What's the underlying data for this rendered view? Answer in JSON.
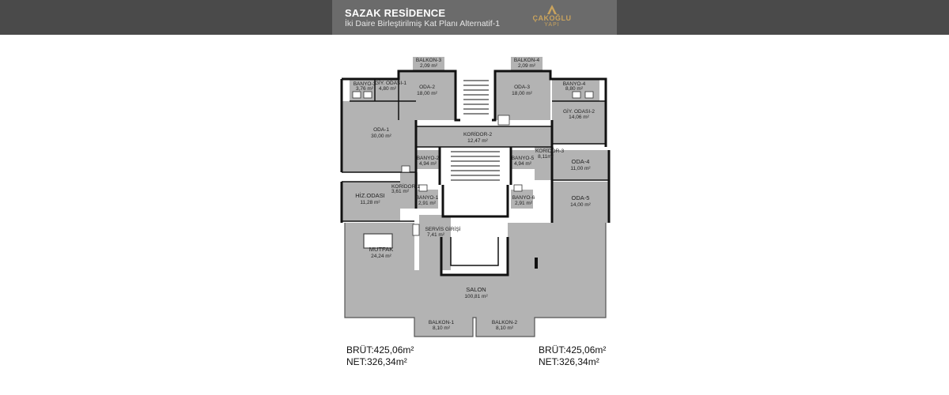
{
  "header": {
    "title": "SAZAK RESİDENCE",
    "subtitle": "İki Daire Birleştirilmiş Kat Planı Alternatif-1",
    "logo_name": "ÇAKOĞLU",
    "logo_sub": "YAPI",
    "logo_color": "#c9a35d"
  },
  "rooms": {
    "balkon3": {
      "name": "BALKON-3",
      "area": "2,09 m²"
    },
    "balkon4": {
      "name": "BALKON-4",
      "area": "2,09 m²"
    },
    "banyo3": {
      "name": "BANYO-3",
      "area": "3,76 m²"
    },
    "giy1": {
      "name": "GİY. ODASI-1",
      "area": "4,80 m²"
    },
    "oda2": {
      "name": "ODA-2",
      "area": "18,00 m²"
    },
    "oda3": {
      "name": "ODA-3",
      "area": "18,00 m²"
    },
    "banyo4": {
      "name": "BANYO-4",
      "area": "8,80 m²"
    },
    "giy2": {
      "name": "GİY. ODASI-2",
      "area": "14,06 m²"
    },
    "oda1": {
      "name": "ODA-1",
      "area": "30,00 m²"
    },
    "koridor2": {
      "name": "KORİDOR-2",
      "area": "12,47 m²"
    },
    "banyo2": {
      "name": "BANYO-2",
      "area": "4,94 m²"
    },
    "banyo5": {
      "name": "BANYO-5",
      "area": "4,94 m²"
    },
    "koridor3": {
      "name": "KORİDOR-3",
      "area": "8,11m²"
    },
    "oda4": {
      "name": "ODA-4",
      "area": "11,00 m²"
    },
    "koridor1": {
      "name": "KORİDOR-1",
      "area": "3,61 m²"
    },
    "hiz": {
      "name": "HİZ.ODASI",
      "area": "11,28 m²"
    },
    "banyo1": {
      "name": "BANYO-1",
      "area": "2,91 m²"
    },
    "banyo6": {
      "name": "BANYO-6",
      "area": "2,91 m²"
    },
    "oda5": {
      "name": "ODA-5",
      "area": "14,00 m²"
    },
    "servis": {
      "name": "SERVİS GİRİŞİ",
      "area": "7,41 m²"
    },
    "mutfak": {
      "name": "MUTFAK",
      "area": "24,24 m²"
    },
    "salon": {
      "name": "SALON",
      "area": "100,81 m²"
    },
    "balkon1": {
      "name": "BALKON-1",
      "area": "8,10 m²"
    },
    "balkon2": {
      "name": "BALKON-2",
      "area": "8,10 m²"
    }
  },
  "stats_left": {
    "brut": "BRÜT:425,06m²",
    "net": "NET:326,34m²"
  },
  "stats_right": {
    "brut": "BRÜT:425,06m²",
    "net": "NET:326,34m²"
  }
}
